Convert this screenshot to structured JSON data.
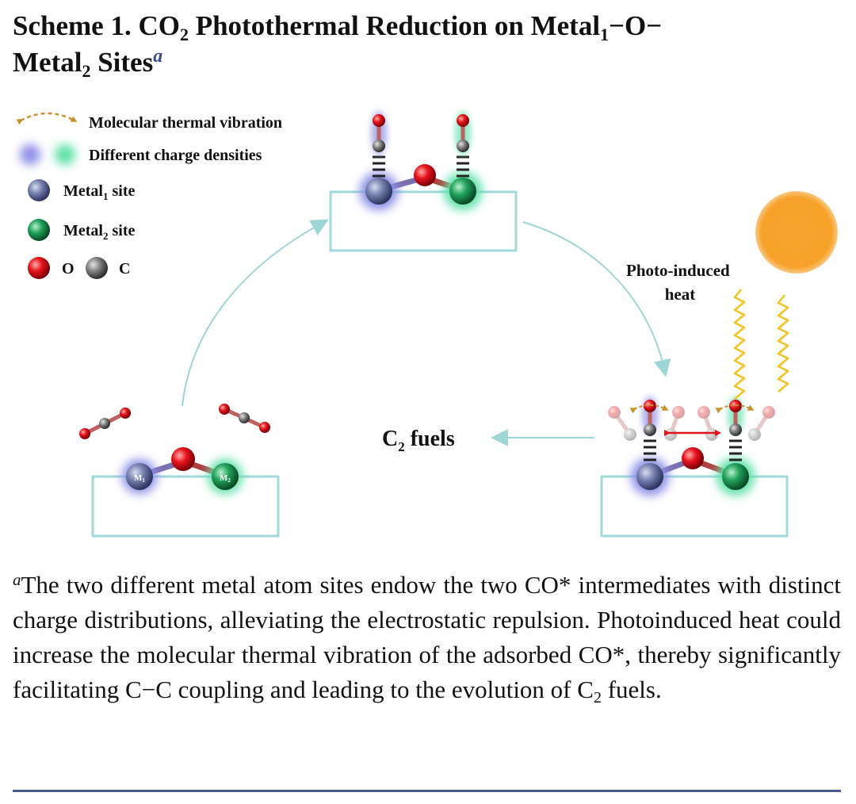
{
  "title": {
    "scheme_label": "Scheme 1.",
    "part1": "CO",
    "co2_sub": "2",
    "part2": "Photothermal Reduction on Metal",
    "metal1_sub": "1",
    "part3": "−O−",
    "part4": "Metal",
    "metal2_sub": "2",
    "part5": "Sites",
    "footnote_mark": "a"
  },
  "legend": {
    "vibration": "Molecular thermal vibration",
    "charge": "Different charge densities",
    "metal1_prefix": "Metal",
    "metal1_sub": "1",
    "metal1_suffix": "site",
    "metal2_prefix": "Metal",
    "metal2_sub": "2",
    "metal2_suffix": "site",
    "o": "O",
    "c": "C"
  },
  "diagram": {
    "photo_line1": "Photo-induced",
    "photo_line2": "heat",
    "fuels_prefix": "C",
    "fuels_sub": "2",
    "fuels_suffix": "fuels",
    "m1_atom": "M",
    "m1_atom_sub": "1",
    "m2_atom": "M",
    "m2_atom_sub": "2"
  },
  "caption": {
    "mark": "a",
    "text1": "The two different metal atom sites endow the two CO* intermediates with distinct charge distributions, alleviating the electrostatic repulsion. Photoinduced heat could increase the molecular thermal vibration of the adsorbed CO*, thereby significantly facilitating C−C coupling and leading to the evolution of C",
    "sub": "2",
    "text2": " fuels."
  },
  "colors": {
    "metal1": "#6f7aa8",
    "metal2": "#1f9b55",
    "oxygen": "#e0141c",
    "carbon": "#7c7c7c",
    "box": "#9fd9db",
    "arrow": "#9ed6d8",
    "sun": "#f6a22a",
    "heat_wave": "#f4c21c",
    "vibration": "#c8922a",
    "rule": "#4a5890"
  }
}
